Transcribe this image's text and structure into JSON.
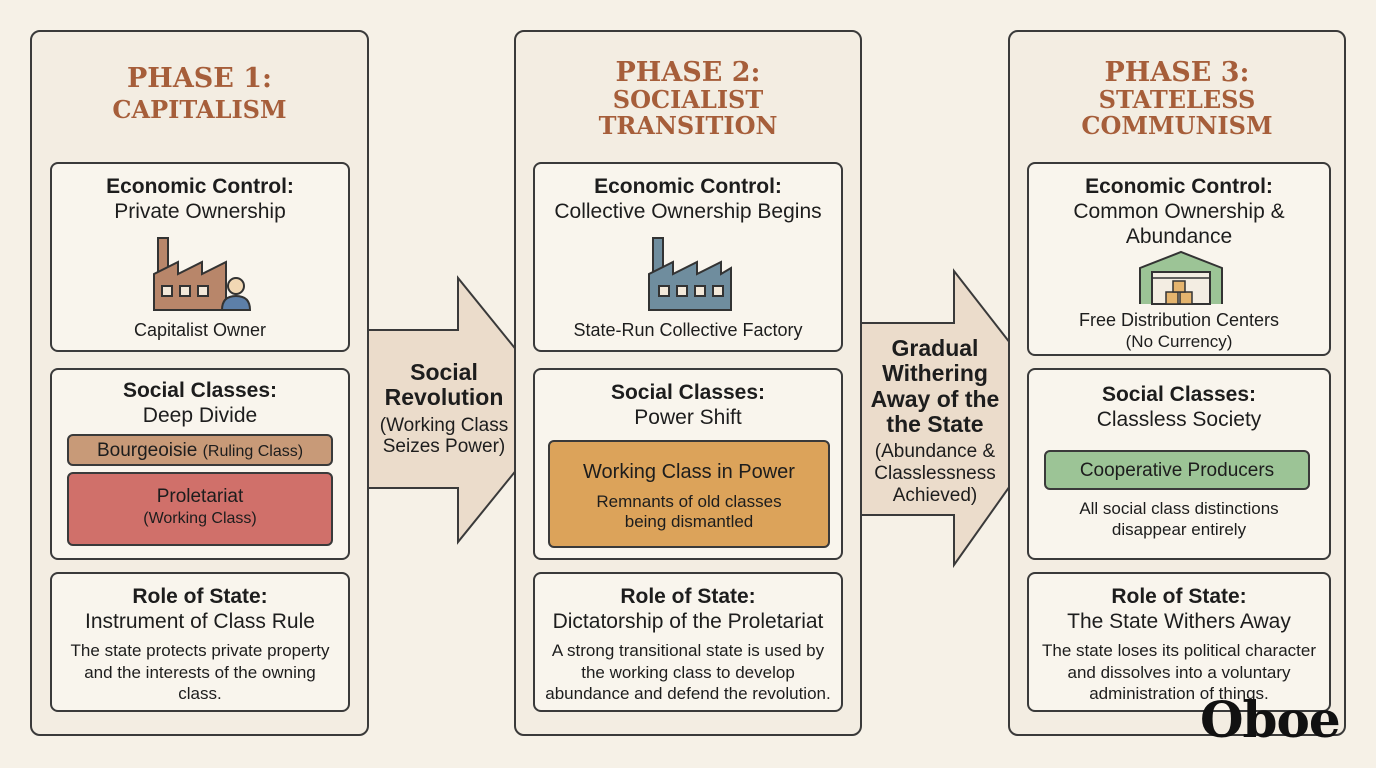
{
  "phases": [
    {
      "title_line1": "PHASE 1:",
      "title_line2": "CAPITALISM",
      "economic": {
        "heading": "Economic Control:",
        "value": "Private Ownership",
        "caption": "Capitalist Owner",
        "icon": "factory-owner-icon"
      },
      "social": {
        "heading": "Social Classes:",
        "value": "Deep Divide",
        "class1": {
          "label": "Bourgeoisie",
          "sub": "(Ruling Class)"
        },
        "class2": {
          "label": "Proletariat",
          "sub": "(Working Class)"
        }
      },
      "state": {
        "heading": "Role of State:",
        "value": "Instrument of Class Rule",
        "description": "The state protects private property and the interests of the owning class."
      }
    },
    {
      "title_line1": "PHASE 2:",
      "title_line2": "SOCIALIST TRANSITION",
      "economic": {
        "heading": "Economic Control:",
        "value": "Collective Ownership Begins",
        "caption": "State-Run Collective Factory",
        "icon": "factory-icon"
      },
      "social": {
        "heading": "Social Classes:",
        "value": "Power Shift",
        "class1": {
          "label": "Working Class in Power",
          "sub": "Remnants of old classes being dismantled"
        }
      },
      "state": {
        "heading": "Role of State:",
        "value": "Dictatorship of the Proletariat",
        "description": "A strong transitional state is used by the working class to develop abundance and defend the revolution."
      }
    },
    {
      "title_line1": "PHASE 3:",
      "title_line2": "STATELESS COMMUNISM",
      "economic": {
        "heading": "Economic Control:",
        "value": "Common Ownership & Abundance",
        "caption": "Free Distribution Centers",
        "caption2": "(No Currency)",
        "icon": "warehouse-icon"
      },
      "social": {
        "heading": "Social Classes:",
        "value": "Classless Society",
        "class1": {
          "label": "Cooperative Producers",
          "sub": "All social class distinctions disappear entirely"
        }
      },
      "state": {
        "heading": "Role of State:",
        "value": "The State Withers Away",
        "description": "The state loses its political character and dissolves into a voluntary administration of things."
      }
    }
  ],
  "arrows": [
    {
      "title": "Social Revolution",
      "sub": "(Working Class Seizes Power)"
    },
    {
      "title": "Gradual Withering Away of the the State",
      "sub": "(Abundance & Classlessness Achieved)"
    }
  ],
  "logo": "Oboe",
  "colors": {
    "title": "#a65e3a",
    "bourgeoisie": "#c89a78",
    "proletariat": "#d0706a",
    "working_class": "#dca35a",
    "cooperative": "#9cc496",
    "arrow": "#ebdccb"
  }
}
